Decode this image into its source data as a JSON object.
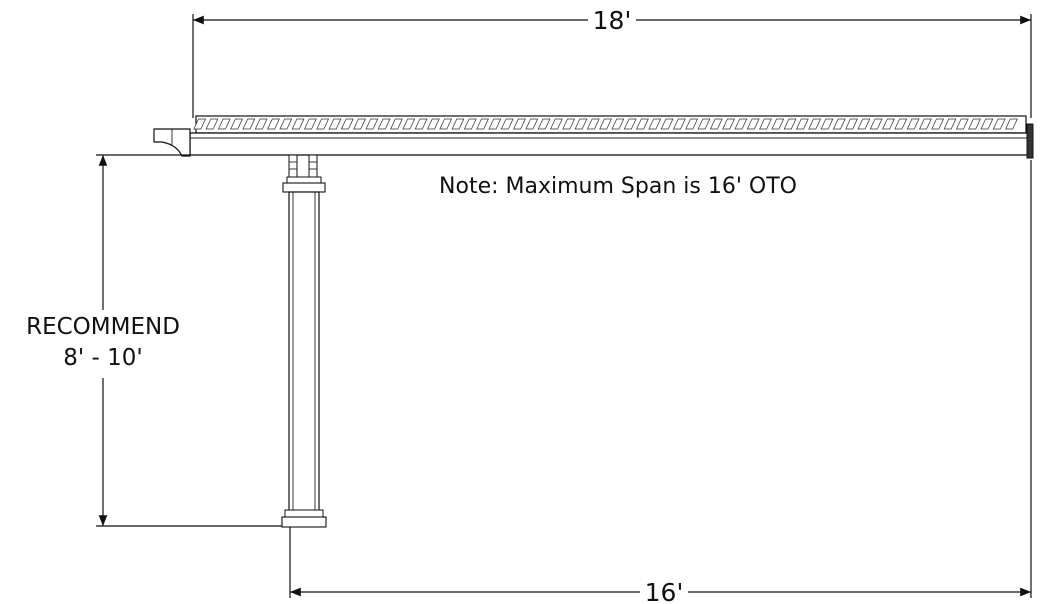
{
  "dimensions": {
    "top_span": "18'",
    "bottom_span": "16'",
    "height_line1": "RECOMMEND",
    "height_line2": "8' - 10'"
  },
  "note": "Note: Maximum Span is 16' OTO"
}
